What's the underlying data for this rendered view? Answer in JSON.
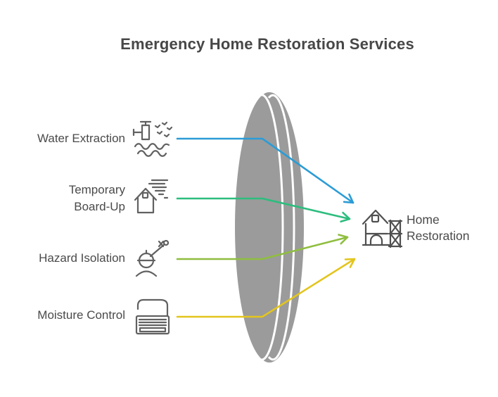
{
  "title": "Emergency Home Restoration Services",
  "colors": {
    "lens": "#9B9B9B",
    "gap": "#FFFFFF",
    "text": "#4A4A4A",
    "icon_stroke": "#616161",
    "result_icon_stroke": "#4F4F4F"
  },
  "items": [
    {
      "label": "Water Extraction",
      "icon": "water-extraction-icon",
      "color": "#2B9CD6"
    },
    {
      "label": "Temporary Board-Up",
      "icon": "board-up-icon",
      "color": "#2DBD7E"
    },
    {
      "label": "Hazard Isolation",
      "icon": "hazard-isolation-icon",
      "color": "#8FBE3F"
    },
    {
      "label": "Moisture Control",
      "icon": "moisture-control-icon",
      "color": "#E3C51D"
    }
  ],
  "result": {
    "label": "Home Restoration",
    "icon": "home-restoration-icon"
  }
}
